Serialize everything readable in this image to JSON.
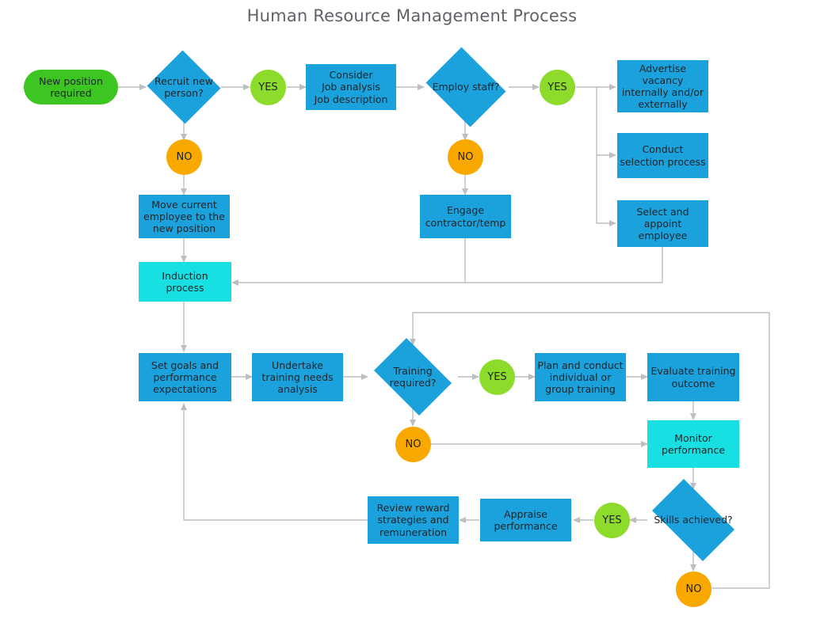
{
  "title": "Human Resource Management Process",
  "colors": {
    "process_blue": "#1ba1dc",
    "process_cyan": "#18e0e2",
    "terminator_green": "#3dc521",
    "yes_green": "#8ddc2c",
    "no_orange": "#f9a800",
    "connector_gray": "#b9bcbe",
    "title_gray": "#5f6368",
    "background": "#ffffff"
  },
  "chart_data": {
    "type": "diagram",
    "diagram_type": "flowchart",
    "title": "Human Resource Management Process",
    "nodes": [
      {
        "id": "start",
        "label": "New position\nrequired",
        "shape": "terminator",
        "color": "#3dc521"
      },
      {
        "id": "recruit",
        "label": "Recruit new\nperson?",
        "shape": "decision",
        "color": "#1ba1dc"
      },
      {
        "id": "yes1",
        "label": "YES",
        "shape": "circle",
        "color": "#8ddc2c"
      },
      {
        "id": "no1",
        "label": "NO",
        "shape": "circle",
        "color": "#f9a800"
      },
      {
        "id": "consider",
        "label": "Consider\nJob analysis\nJob description",
        "shape": "process",
        "color": "#1ba1dc"
      },
      {
        "id": "employ",
        "label": "Employ staff?",
        "shape": "decision",
        "color": "#1ba1dc"
      },
      {
        "id": "yes2",
        "label": "YES",
        "shape": "circle",
        "color": "#8ddc2c"
      },
      {
        "id": "no2",
        "label": "NO",
        "shape": "circle",
        "color": "#f9a800"
      },
      {
        "id": "advertise",
        "label": "Advertise\nvacancy\ninternally and/or\nexternally",
        "shape": "process",
        "color": "#1ba1dc"
      },
      {
        "id": "conduct",
        "label": "Conduct\nselection process",
        "shape": "process",
        "color": "#1ba1dc"
      },
      {
        "id": "select",
        "label": "Select and\nappoint\nemployee",
        "shape": "process",
        "color": "#1ba1dc"
      },
      {
        "id": "move",
        "label": "Move current\nemployee to the\nnew position",
        "shape": "process",
        "color": "#1ba1dc"
      },
      {
        "id": "engage",
        "label": "Engage\ncontractor/temp",
        "shape": "process",
        "color": "#1ba1dc"
      },
      {
        "id": "induction",
        "label": "Induction\nprocess",
        "shape": "process",
        "color": "#18e0e2"
      },
      {
        "id": "setgoals",
        "label": "Set goals and\nperformance\nexpectations",
        "shape": "process",
        "color": "#1ba1dc"
      },
      {
        "id": "undertake",
        "label": "Undertake\ntraining needs\nanalysis",
        "shape": "process",
        "color": "#1ba1dc"
      },
      {
        "id": "training",
        "label": "Training\nrequired?",
        "shape": "decision",
        "color": "#1ba1dc"
      },
      {
        "id": "yes3",
        "label": "YES",
        "shape": "circle",
        "color": "#8ddc2c"
      },
      {
        "id": "no3",
        "label": "NO",
        "shape": "circle",
        "color": "#f9a800"
      },
      {
        "id": "plan",
        "label": "Plan and conduct\nindividual or\ngroup training",
        "shape": "process",
        "color": "#1ba1dc"
      },
      {
        "id": "evaluate",
        "label": "Evaluate training\noutcome",
        "shape": "process",
        "color": "#1ba1dc"
      },
      {
        "id": "monitor",
        "label": "Monitor\nperformance",
        "shape": "process",
        "color": "#18e0e2"
      },
      {
        "id": "skills",
        "label": "Skills achieved?",
        "shape": "decision",
        "color": "#1ba1dc"
      },
      {
        "id": "yes4",
        "label": "YES",
        "shape": "circle",
        "color": "#8ddc2c"
      },
      {
        "id": "no4",
        "label": "NO",
        "shape": "circle",
        "color": "#f9a800"
      },
      {
        "id": "appraise",
        "label": "Appraise\nperformance",
        "shape": "process",
        "color": "#1ba1dc"
      },
      {
        "id": "review",
        "label": "Review reward\nstrategies and\nremuneration",
        "shape": "process",
        "color": "#1ba1dc"
      }
    ],
    "edges": [
      {
        "from": "start",
        "to": "recruit"
      },
      {
        "from": "recruit",
        "to": "yes1",
        "label": "YES"
      },
      {
        "from": "recruit",
        "to": "no1",
        "label": "NO"
      },
      {
        "from": "yes1",
        "to": "consider"
      },
      {
        "from": "consider",
        "to": "employ"
      },
      {
        "from": "employ",
        "to": "yes2",
        "label": "YES"
      },
      {
        "from": "employ",
        "to": "no2",
        "label": "NO"
      },
      {
        "from": "yes2",
        "to": "advertise"
      },
      {
        "from": "yes2",
        "to": "conduct"
      },
      {
        "from": "yes2",
        "to": "select"
      },
      {
        "from": "no1",
        "to": "move"
      },
      {
        "from": "no2",
        "to": "engage"
      },
      {
        "from": "move",
        "to": "induction"
      },
      {
        "from": "engage",
        "to": "induction"
      },
      {
        "from": "select",
        "to": "induction"
      },
      {
        "from": "induction",
        "to": "setgoals"
      },
      {
        "from": "setgoals",
        "to": "undertake"
      },
      {
        "from": "undertake",
        "to": "training"
      },
      {
        "from": "training",
        "to": "yes3",
        "label": "YES"
      },
      {
        "from": "training",
        "to": "no3",
        "label": "NO"
      },
      {
        "from": "yes3",
        "to": "plan"
      },
      {
        "from": "plan",
        "to": "evaluate"
      },
      {
        "from": "evaluate",
        "to": "monitor"
      },
      {
        "from": "no3",
        "to": "monitor"
      },
      {
        "from": "monitor",
        "to": "skills"
      },
      {
        "from": "skills",
        "to": "yes4",
        "label": "YES"
      },
      {
        "from": "skills",
        "to": "no4",
        "label": "NO"
      },
      {
        "from": "yes4",
        "to": "appraise"
      },
      {
        "from": "appraise",
        "to": "review"
      },
      {
        "from": "review",
        "to": "setgoals"
      },
      {
        "from": "no4",
        "to": "training"
      }
    ]
  }
}
